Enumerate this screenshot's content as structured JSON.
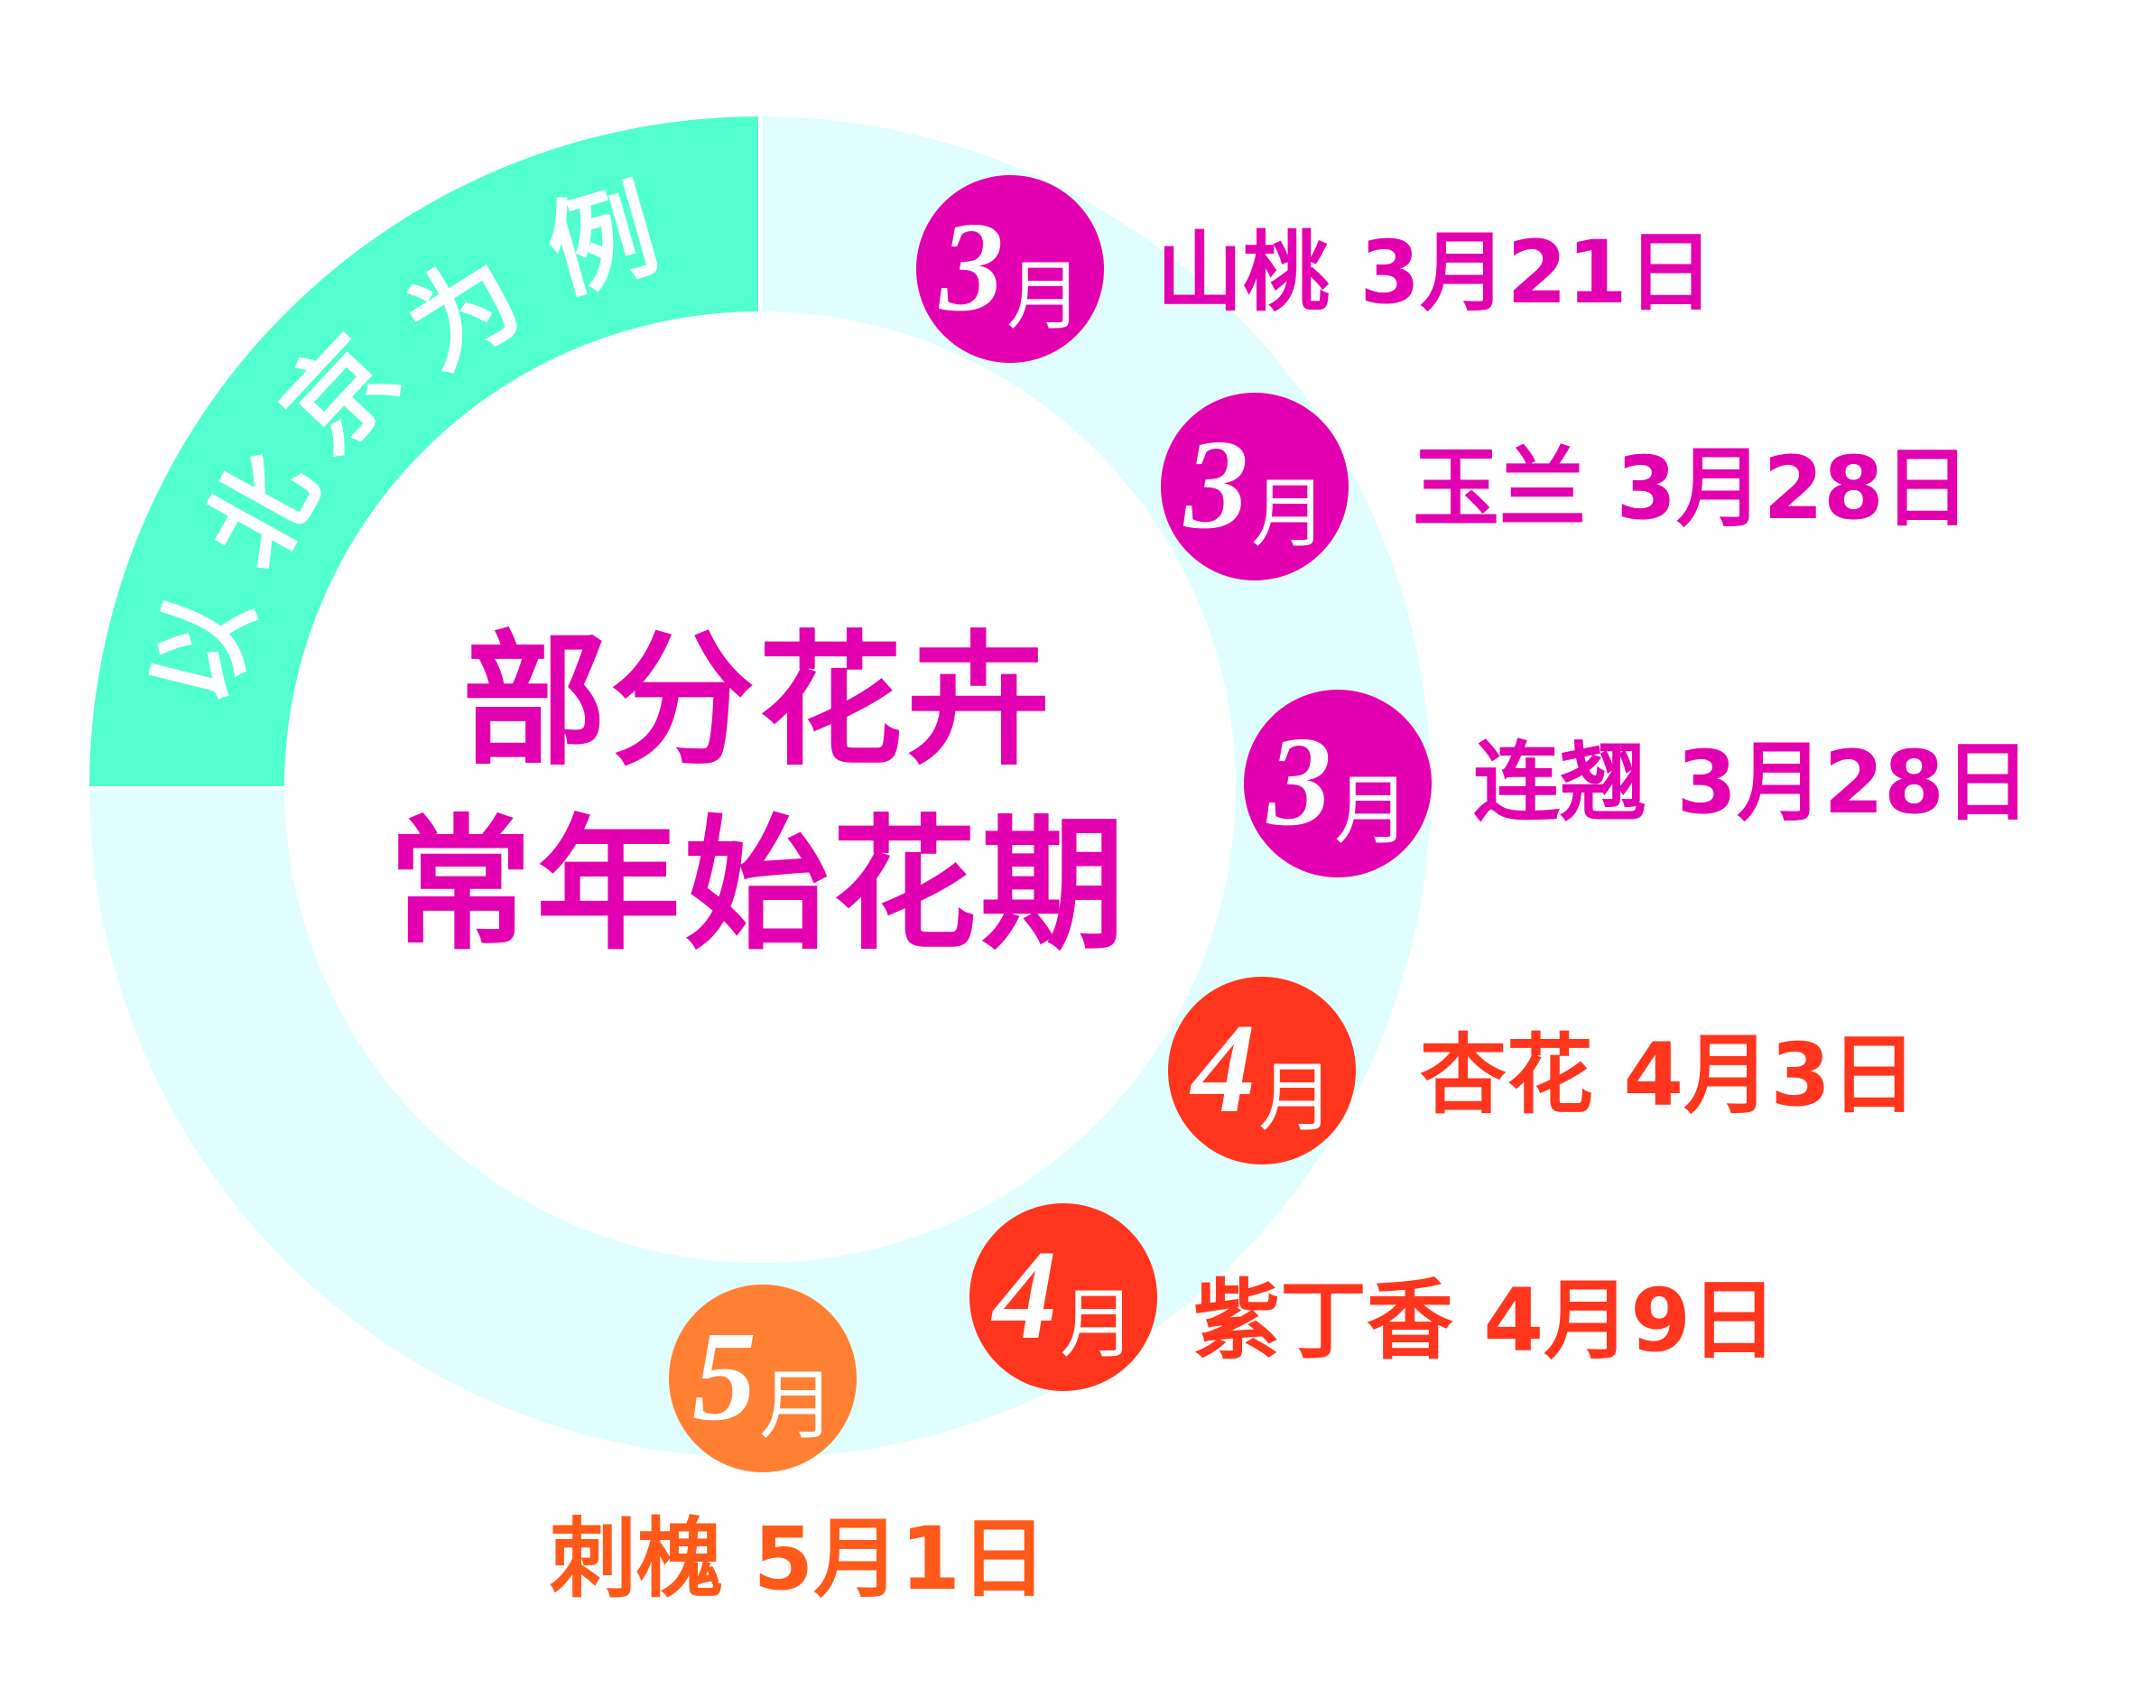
{
  "header": {
    "region_tag": "以北京为例",
    "region_chars": [
      "以",
      "北",
      "京",
      "为",
      "例"
    ]
  },
  "title": {
    "line1": "部分花卉",
    "line2": "常年始花期"
  },
  "colors": {
    "ring_accent": "#52FFCE",
    "ring_base": "#E0FEFD",
    "march": "#E300B0",
    "april": "#FF361D",
    "may_badge": "#FF8033",
    "may_text": "#FF5A1A",
    "badge_text": "#FFFFFF"
  },
  "flowers": [
    {
      "badge_num": "3",
      "badge_unit": "月",
      "name": "山桃",
      "date": "3月21日",
      "label": "山桃 3月21日",
      "month": "march"
    },
    {
      "badge_num": "3",
      "badge_unit": "月",
      "name": "玉兰",
      "date": "3月28日",
      "label": "玉兰 3月28日",
      "month": "march"
    },
    {
      "badge_num": "3",
      "badge_unit": "月",
      "name": "连翘",
      "date": "3月28日",
      "label": "连翘 3月28日",
      "month": "march"
    },
    {
      "badge_num": "4",
      "badge_unit": "月",
      "name": "杏花",
      "date": "4月3日",
      "label": "杏花 4月3日",
      "month": "april"
    },
    {
      "badge_num": "4",
      "badge_unit": "月",
      "name": "紫丁香",
      "date": "4月9日",
      "label": "紫丁香 4月9日",
      "month": "april"
    },
    {
      "badge_num": "5",
      "badge_unit": "月",
      "name": "刺槐",
      "date": "5月1日",
      "label": "刺槐 5月1日",
      "month": "may"
    }
  ]
}
